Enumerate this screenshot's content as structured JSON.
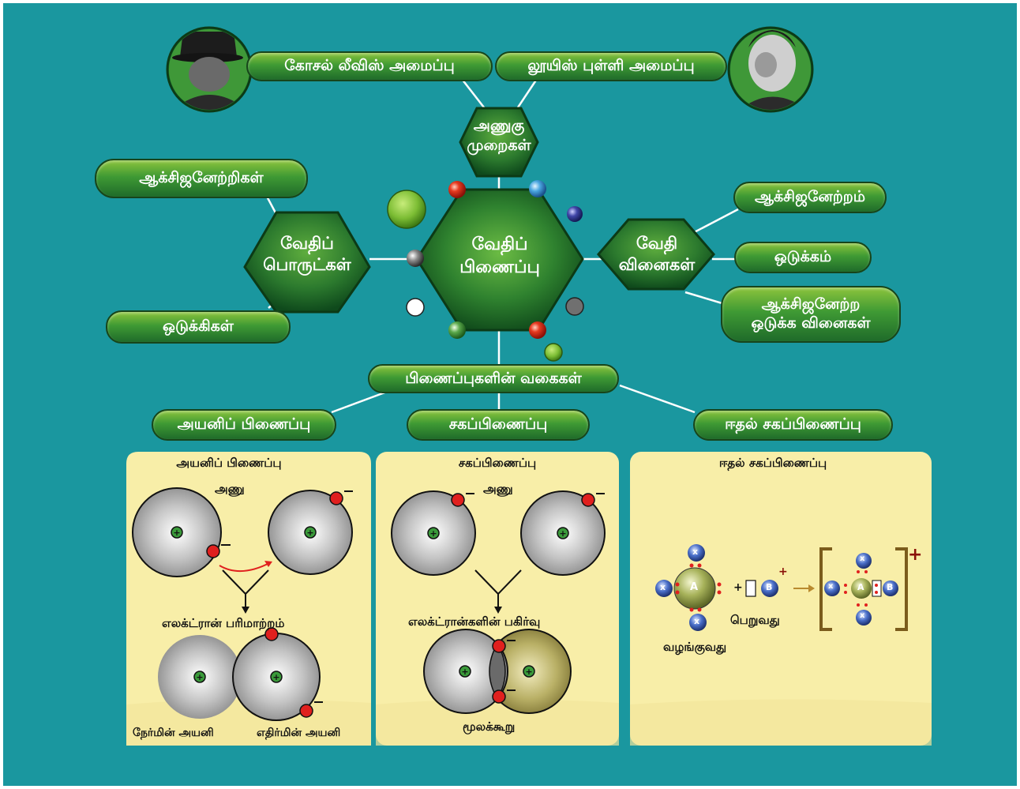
{
  "nodes": {
    "lewis_structure": "கோசல் லீவிஸ் அமைப்பு",
    "lewis_dot": "லூயிஸ் புள்ளி அமைப்பு",
    "atomic_methods_line1": "அணுகு",
    "atomic_methods_line2": "முறைகள்",
    "chemical_bond_line1": "வேதிப்",
    "chemical_bond_line2": "பிணைப்பு",
    "chemical_substances_line1": "வேதிப்",
    "chemical_substances_line2": "பொருட்கள்",
    "chemical_reactions_line1": "வேதி",
    "chemical_reactions_line2": "வினைகள்",
    "oxidizers": "ஆக்சிஜனேற்றிகள்",
    "reducers": "ஒடுக்கிகள்",
    "oxidation": "ஆக்சிஜனேற்றம்",
    "reduction": "ஒடுக்கம்",
    "redox_line1": "ஆக்சிஜனேற்ற",
    "redox_line2": "ஒடுக்க வினைகள்",
    "bond_types": "பிணைப்புகளின் வகைகள்",
    "ionic_bond": "அயனிப் பிணைப்பு",
    "covalent_bond": "சகப்பிணைப்பு",
    "coordinate_bond": "ஈதல் சகப்பிணைப்பு"
  },
  "panels": {
    "ionic": {
      "title": "அயனிப் பிணைப்பு",
      "atom": "அணு",
      "transfer": "எலக்ட்ரான் பரிமாற்றம்",
      "cation": "நேர்மின் அயனி",
      "anion": "எதிர்மின் அயனி"
    },
    "covalent": {
      "title": "சகப்பிணைப்பு",
      "atom": "அணு",
      "sharing": "எலக்ட்ரான்களின் பகிர்வு",
      "molecule": "மூலக்கூறு"
    },
    "coordinate": {
      "title": "ஈதல் சகப்பிணைப்பு",
      "acceptor": "பெறுவது",
      "donor": "வழங்குவது",
      "x": "x",
      "a": "A",
      "b": "B"
    }
  },
  "symbols": {
    "plus": "+",
    "minus": "–"
  },
  "colors": {
    "background": "#1a979f",
    "panel": "#f8eea8",
    "hex_dark": "#0f4a1c",
    "pill_top": "#8cc43c",
    "pill_bottom": "#1f6b2a",
    "electron": "#e0201e",
    "nucleus": "#3a9a3a"
  },
  "icons": [
    "portrait-kossel",
    "portrait-lewis",
    "molecule-sphere-icon",
    "arrow-icon"
  ]
}
